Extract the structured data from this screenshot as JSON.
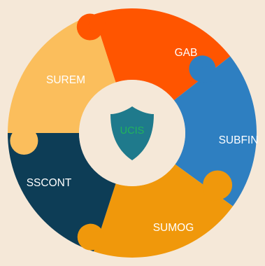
{
  "background_color": "#f5e8d8",
  "center": {
    "label": "UCIS",
    "icon": "shield-icon",
    "circle_color": "#f5e8d8",
    "shield_color": "#1f7a8c",
    "label_color": "#21b35c"
  },
  "segments": [
    {
      "id": "gab",
      "label": "GAB",
      "color": "#ff5500"
    },
    {
      "id": "subfin",
      "label": "SUBFIN",
      "color": "#2e7fc1"
    },
    {
      "id": "sumog",
      "label": "SUMOG",
      "color": "#f0980b"
    },
    {
      "id": "sscont",
      "label": "SSCONT",
      "color": "#0d3d56"
    },
    {
      "id": "surem",
      "label": "SUREM",
      "color": "#fbbe5c"
    }
  ]
}
